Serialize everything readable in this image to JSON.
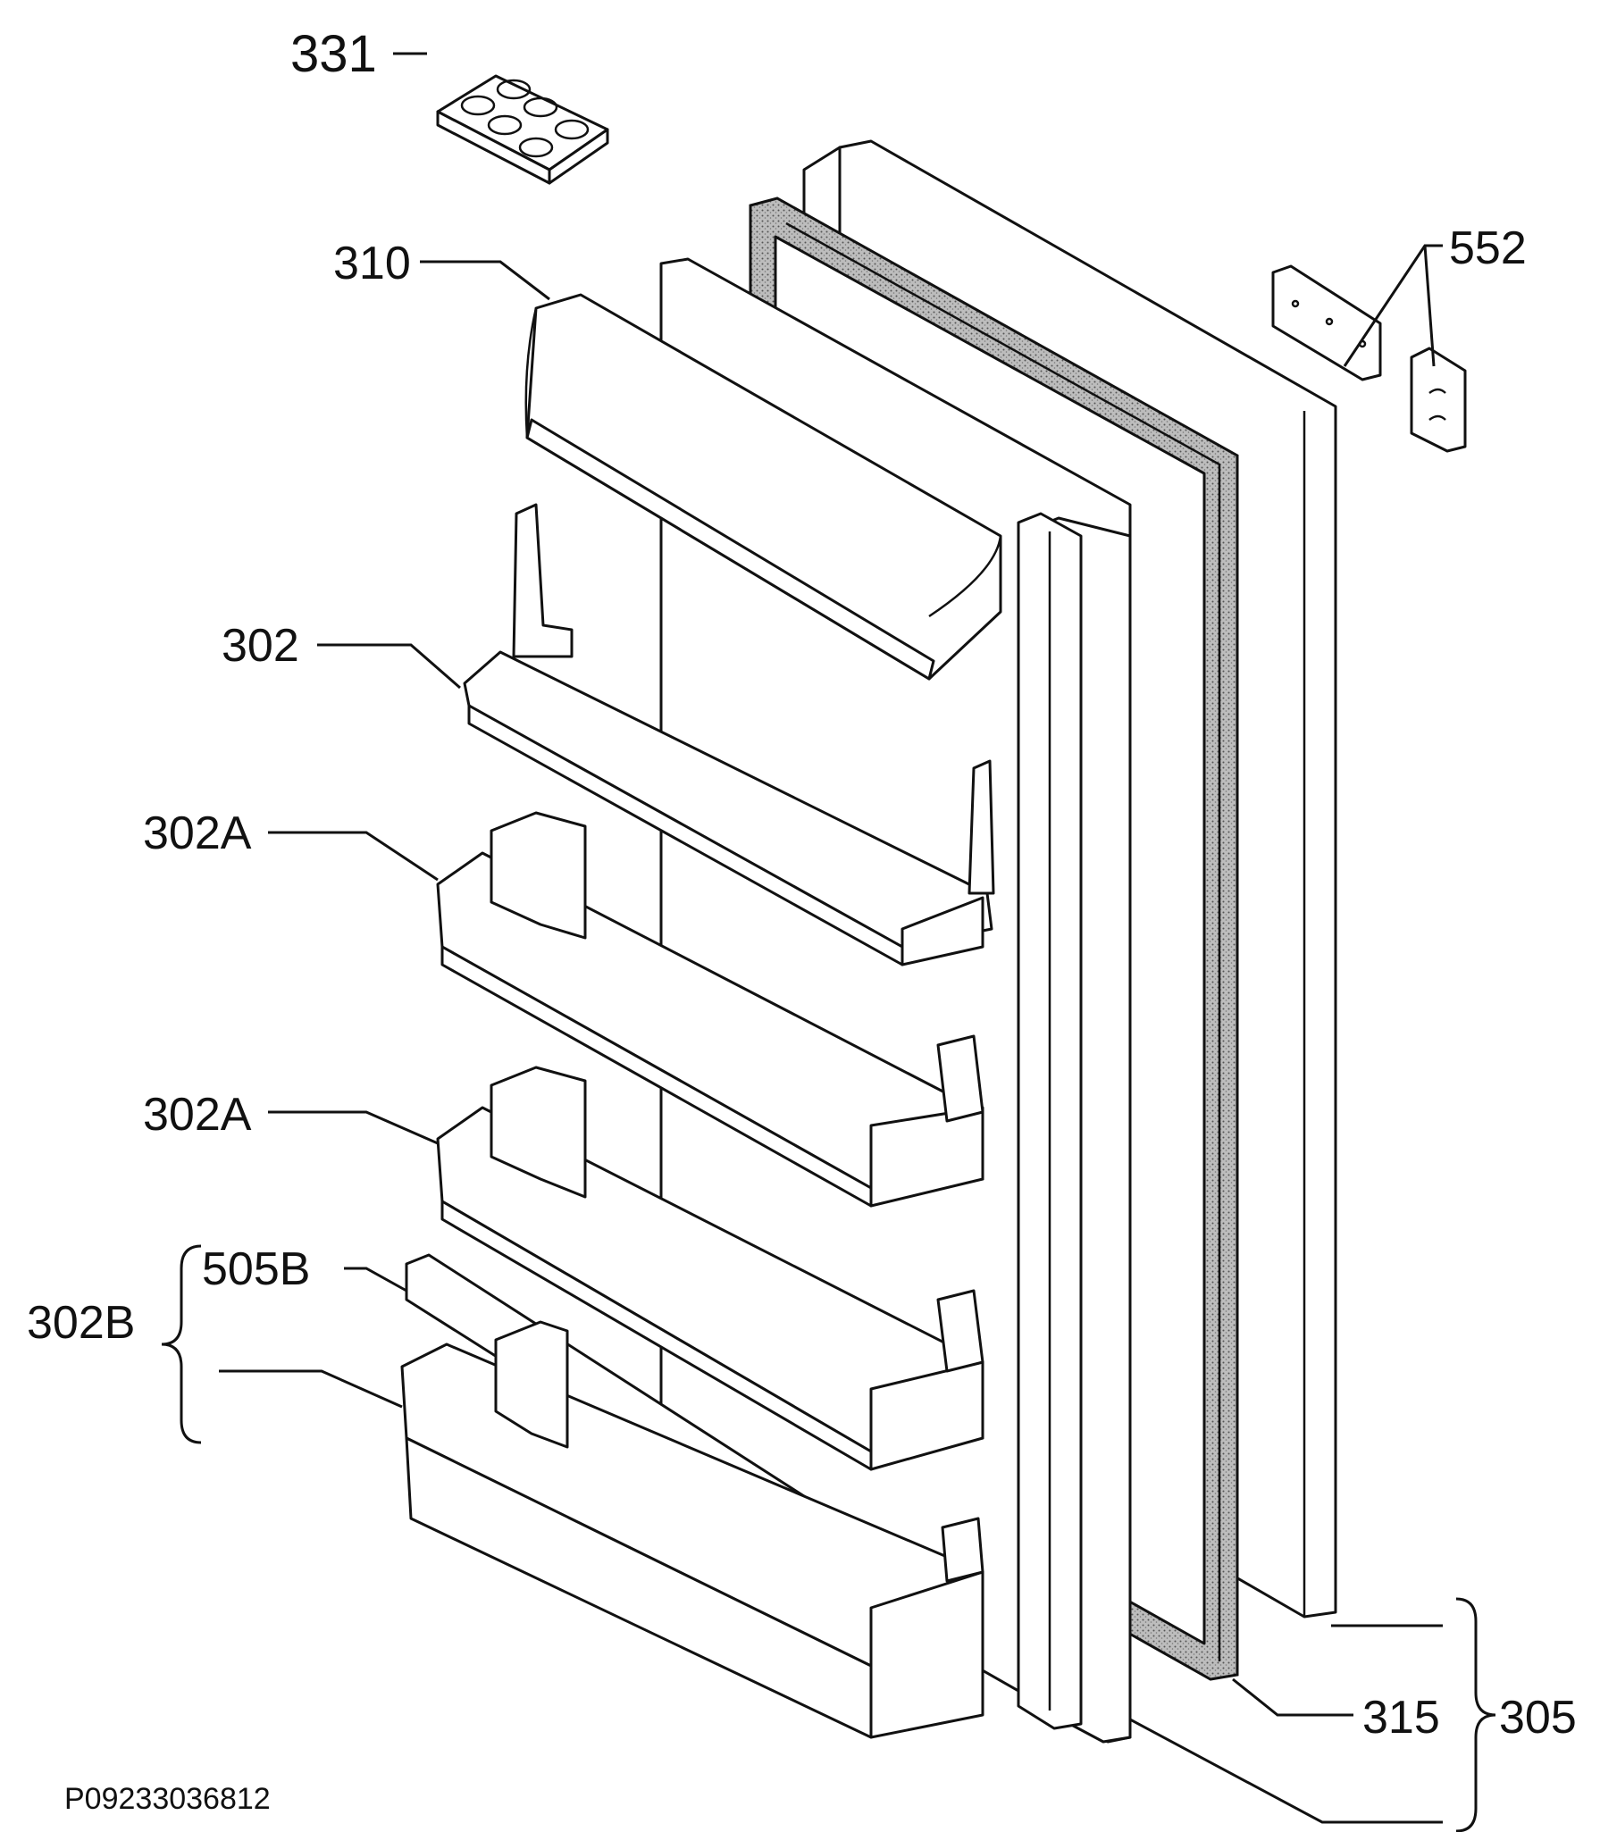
{
  "diagram": {
    "labels": {
      "egg_tray": "331",
      "dairy_compartment": "310",
      "door_shelf_top": "302",
      "door_shelf_mid_1": "302A",
      "door_shelf_mid_2": "302A",
      "shelf_front_strip": "505B",
      "bottle_shelf_assembly": "302B",
      "hinge": "552",
      "gasket": "315",
      "door_assembly": "305"
    },
    "drawing_code": "P09233036812"
  }
}
